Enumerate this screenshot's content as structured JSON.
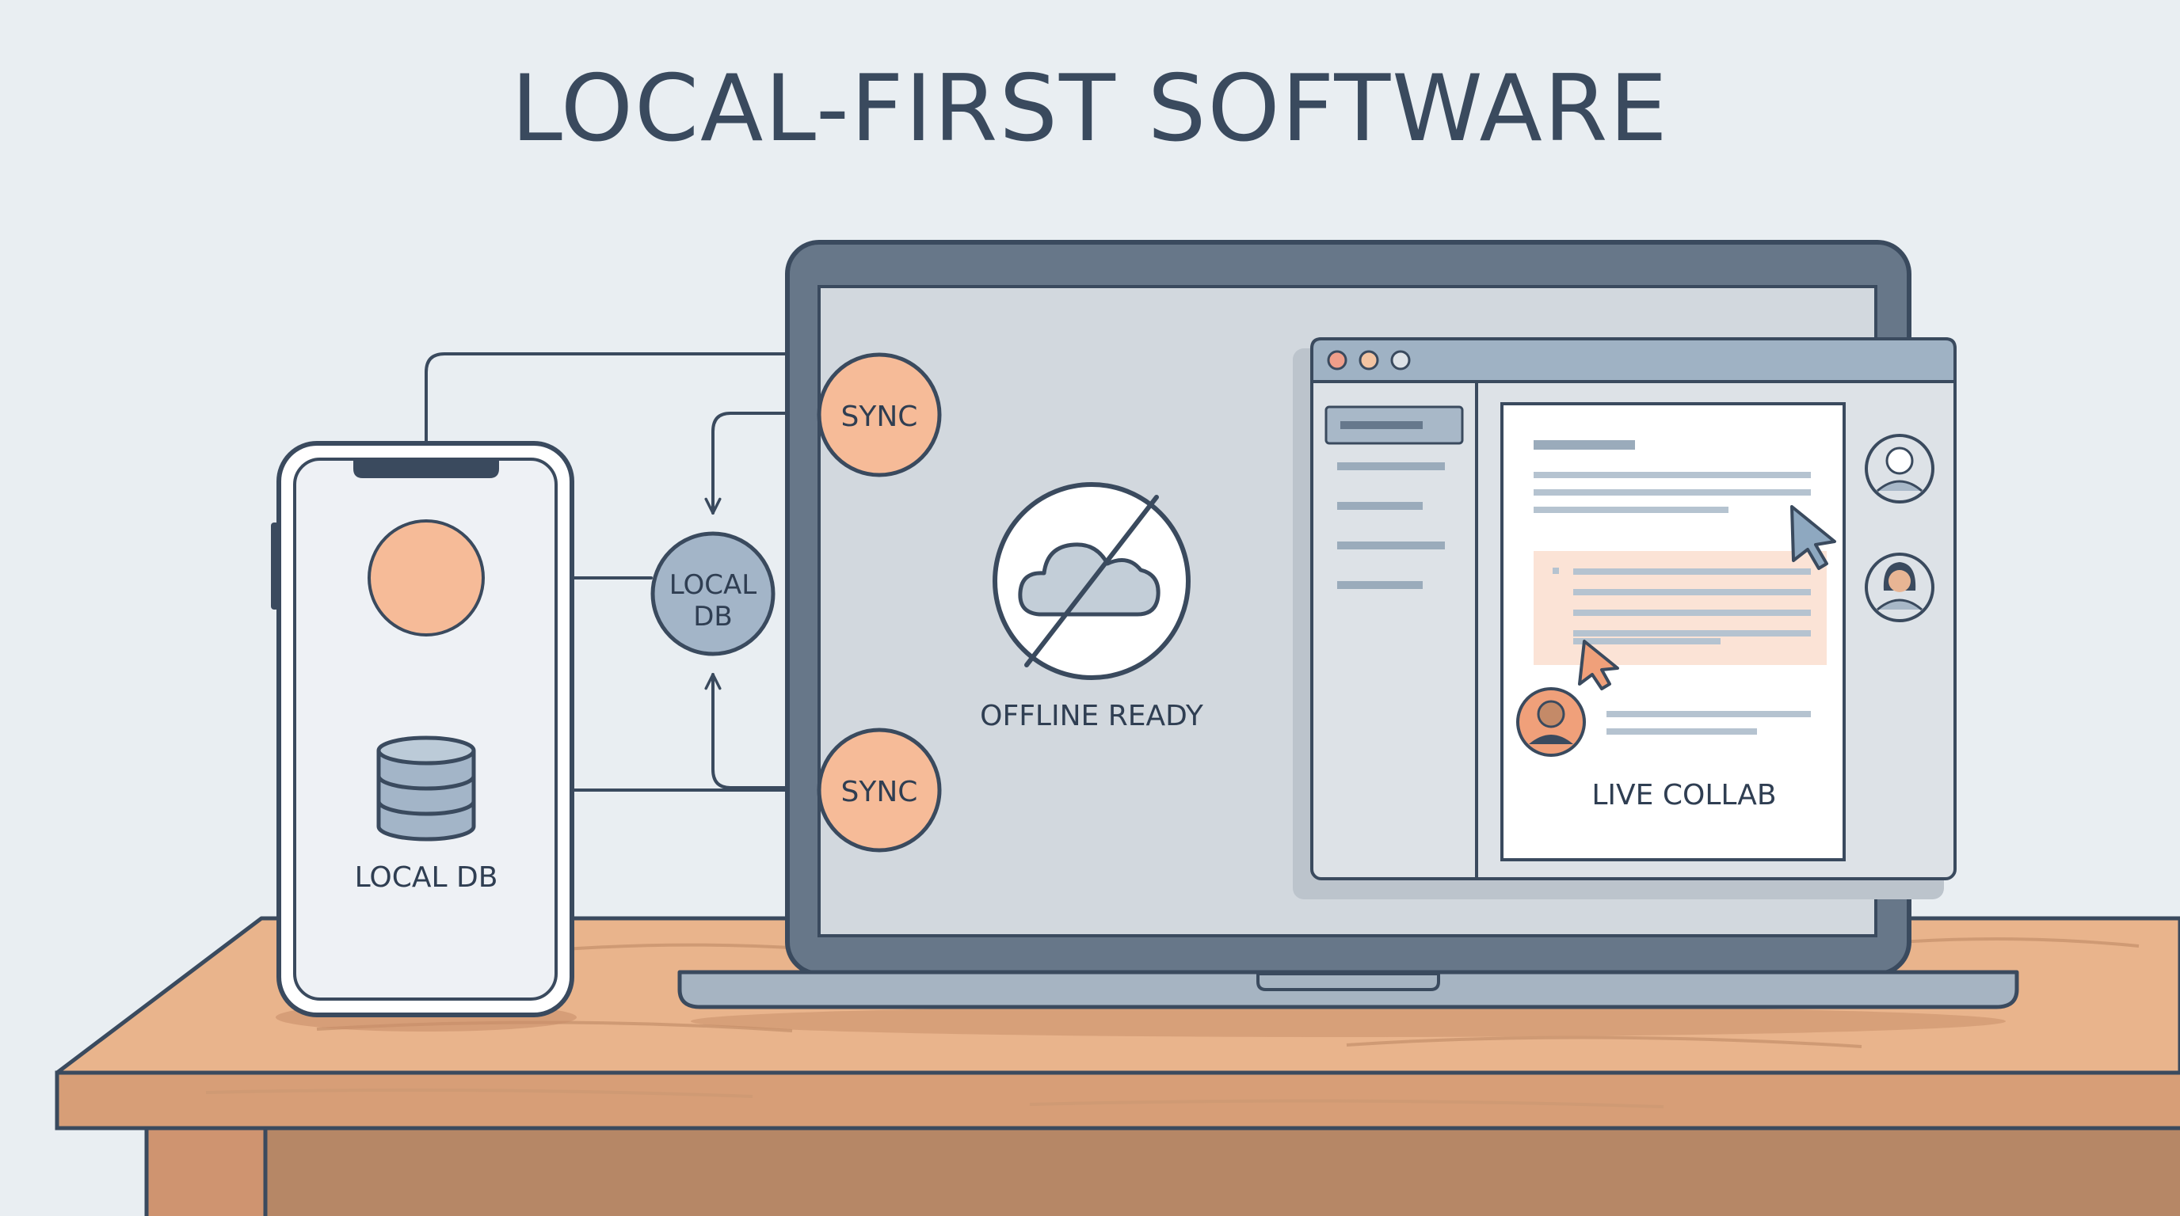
{
  "title": "LOCAL-FIRST SOFTWARE",
  "labels": {
    "sync_top": "SYNC",
    "sync_bottom": "SYNC",
    "local_db_node_line1": "LOCAL",
    "local_db_node_line2": "DB",
    "phone_local_db": "LOCAL DB",
    "offline_ready": "OFFLINE READY",
    "live_collab": "LIVE COLLAB"
  },
  "icons": {
    "cloud_offline": "cloud-offline-icon",
    "database": "database-icon",
    "cursor": "cursor-icon",
    "avatar": "avatar-icon"
  },
  "colors": {
    "background": "#e9eef2",
    "outline": "#3a4a5e",
    "accent_peach": "#f6bb98",
    "node_blue": "#a3b5c8",
    "table_wood": "#e9b48c",
    "highlight": "#fbe3d6",
    "cursor_orange": "#f0a07a",
    "cursor_blue": "#8ea8c0"
  }
}
